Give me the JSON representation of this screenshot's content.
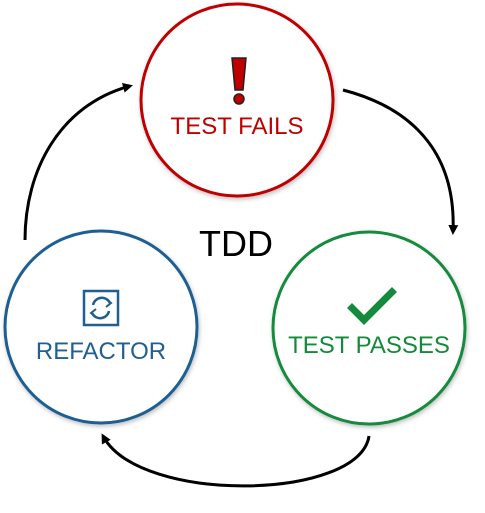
{
  "diagram": {
    "center_label": "TDD",
    "nodes": [
      {
        "id": "test-fails",
        "label": "TEST FAILS",
        "icon": "exclamation-icon",
        "color": "#c00000"
      },
      {
        "id": "test-passes",
        "label": "TEST PASSES",
        "icon": "checkmark-icon",
        "color": "#138a3c"
      },
      {
        "id": "refactor",
        "label": "REFACTOR",
        "icon": "refresh-icon",
        "color": "#1f5f93"
      }
    ],
    "edges": [
      {
        "from": "test-fails",
        "to": "test-passes"
      },
      {
        "from": "test-passes",
        "to": "refactor"
      },
      {
        "from": "refactor",
        "to": "test-fails"
      }
    ],
    "arrow_color": "#000000"
  }
}
